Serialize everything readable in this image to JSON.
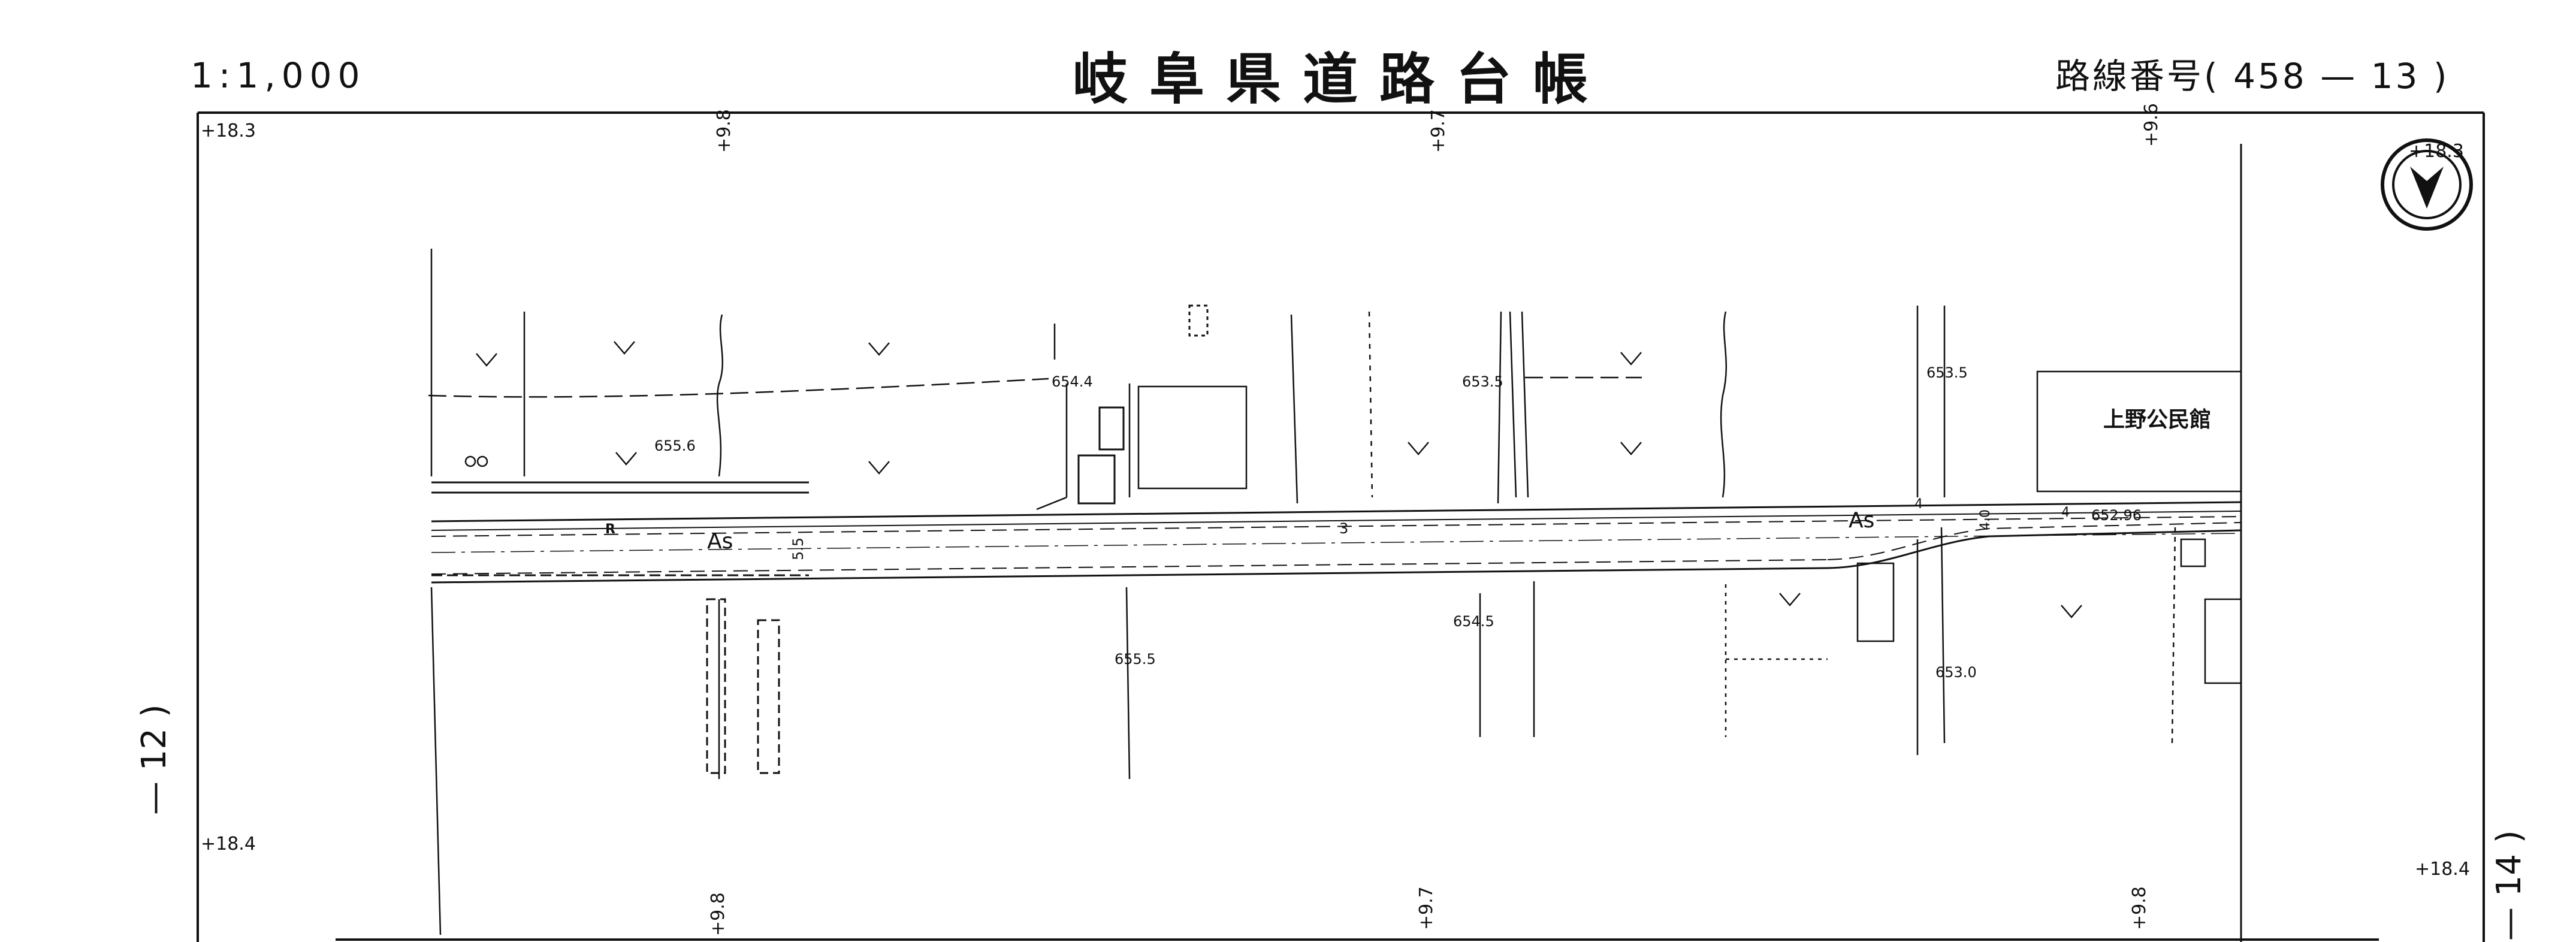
{
  "header": {
    "scale": "1:1,000",
    "title": "岐阜県道路台帳",
    "route_number": "路線番号( 458 — 13 )"
  },
  "sheet_refs": {
    "left": "— 12 )",
    "right": "— 14 )"
  },
  "grid": {
    "top_left": "+18.3",
    "top_right": "+18.3",
    "bottom_left": "+18.4",
    "bottom_right": "+18.4",
    "top_ticks": [
      "+9.8",
      "+9.7",
      "+9.6"
    ],
    "bottom_ticks": [
      "+9.8",
      "+9.7",
      "+9.8"
    ]
  },
  "map": {
    "facility": "上野公民館",
    "road_surface_labels": [
      "As",
      "As"
    ],
    "lane_mark": "R",
    "width_labels": [
      "5.5",
      "3",
      "4",
      "4",
      "4.0"
    ],
    "elevations": [
      "654.4",
      "653.5",
      "653.5",
      "655.6",
      "652.96",
      "655.5",
      "654.5",
      "653.0"
    ]
  },
  "north_arrow": "north-arrow-icon"
}
